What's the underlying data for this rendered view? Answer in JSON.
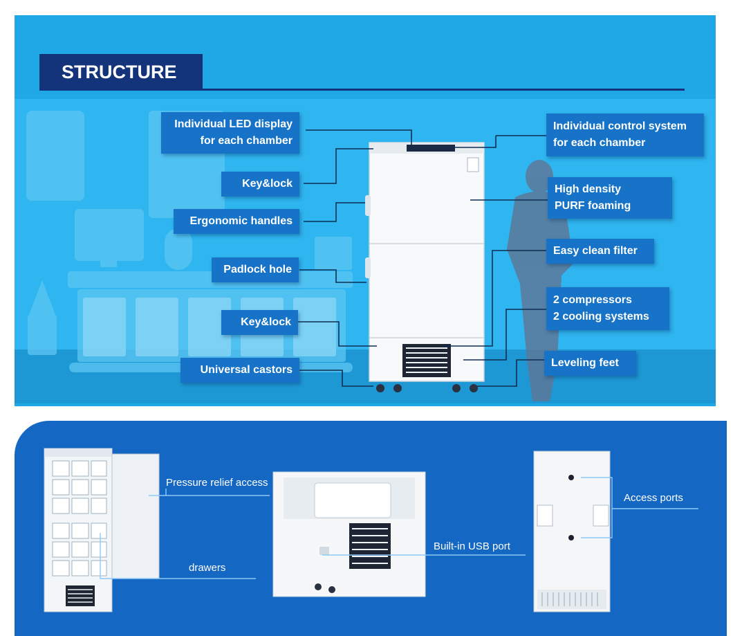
{
  "header": {
    "title": "STRUCTURE"
  },
  "callouts": {
    "led_display": {
      "line1": "Individual  LED display",
      "line2": "for each chamber"
    },
    "key_lock_top": {
      "line1": "Key&lock"
    },
    "ergonomic_handles": {
      "line1": "Ergonomic handles"
    },
    "padlock_hole": {
      "line1": "Padlock hole"
    },
    "key_lock_bottom": {
      "line1": "Key&lock"
    },
    "universal_castors": {
      "line1": "Universal castors"
    },
    "control_system": {
      "line1": "Individual control system",
      "line2": "for each chamber"
    },
    "purf_foaming": {
      "line1": "High density",
      "line2": "PURF foaming"
    },
    "easy_clean_filter": {
      "line1": "Easy clean filter"
    },
    "compressors": {
      "line1": "2 compressors",
      "line2": "2 cooling systems"
    },
    "leveling_feet": {
      "line1": "Leveling feet"
    }
  },
  "details": {
    "pressure_relief": "Pressure relief access",
    "drawers": "drawers",
    "usb_port": "Built-in USB port",
    "access_ports": "Access ports"
  },
  "colors": {
    "panel_top": "#1fa7e6",
    "panel_bottom": "#1467c3",
    "title_bg": "#13347a",
    "label_bg": "#1673c7",
    "leader_line": "#0f2d52"
  }
}
